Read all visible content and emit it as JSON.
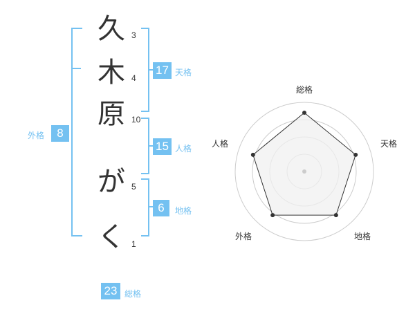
{
  "name_chars": [
    {
      "char": "久",
      "strokes": "3"
    },
    {
      "char": "木",
      "strokes": "4"
    },
    {
      "char": "原",
      "strokes": "10"
    },
    {
      "char": "が",
      "strokes": "5"
    },
    {
      "char": "く",
      "strokes": "1"
    }
  ],
  "fortunes": {
    "tenkaku": {
      "value": "17",
      "label": "天格"
    },
    "jinkaku": {
      "value": "15",
      "label": "人格"
    },
    "chikaku": {
      "value": "6",
      "label": "地格"
    },
    "gaikaku": {
      "value": "8",
      "label": "外格"
    },
    "soukaku": {
      "value": "23",
      "label": "総格"
    }
  },
  "radar": {
    "axes": [
      "総格",
      "天格",
      "地格",
      "外格",
      "人格"
    ],
    "values": [
      0.85,
      0.78,
      0.78,
      0.78,
      0.78
    ],
    "rings": 4,
    "line_color": "#333333",
    "fill_color": "#f0f0f0",
    "ring_color": "#cccccc"
  },
  "colors": {
    "accent": "#74c1f1",
    "text": "#333333"
  }
}
